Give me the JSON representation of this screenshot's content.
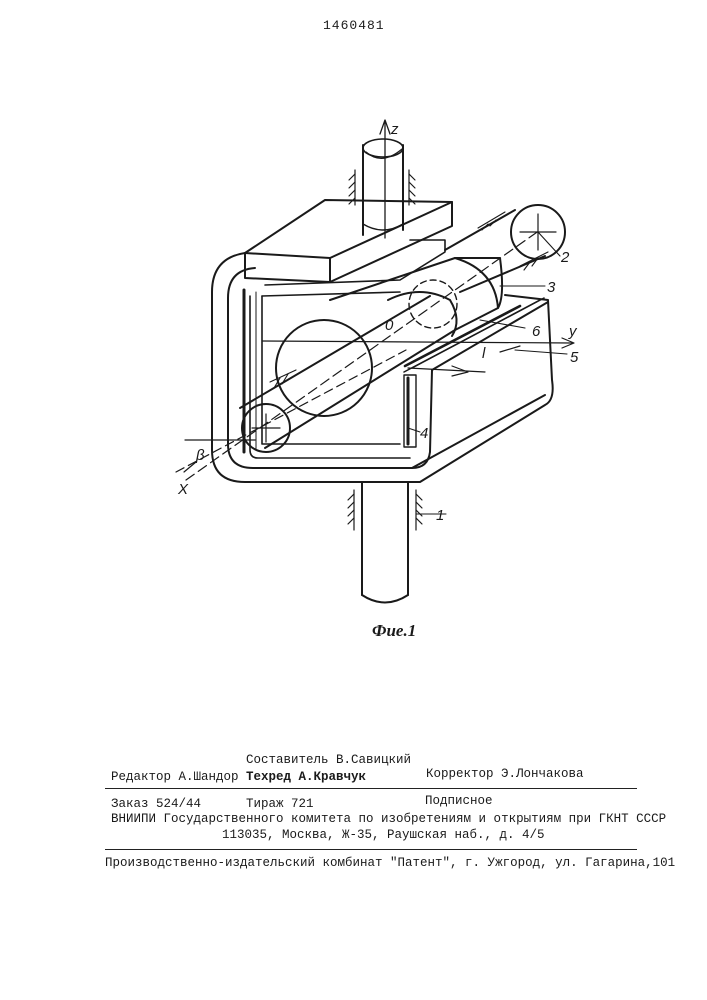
{
  "header": {
    "patent_number": "1460481"
  },
  "figure": {
    "caption": "Фие.1",
    "labels": {
      "z": "z",
      "y": "y",
      "x": "X",
      "beta": "β",
      "origin": "0",
      "l": "l",
      "p1": "1",
      "p2": "2",
      "p3": "3",
      "p4": "4",
      "p5": "5",
      "p6": "6"
    }
  },
  "footer": {
    "compiler": "Составитель В.Савицкий",
    "editor": "Редактор А.Шандор",
    "techred": "Техред А.Кравчук",
    "corrector": "Корректор Э.Лончакова",
    "order": "Заказ 524/44",
    "circulation": "Тираж 721",
    "subscription": "Подписное",
    "institute": "ВНИИПИ Государственного комитета по изобретениям и открытиям при ГКНТ СССР",
    "address": "113035, Москва, Ж-35, Раушская наб., д. 4/5",
    "publisher": "Производственно-издательский комбинат \"Патент\", г. Ужгород, ул. Гагарина,101"
  }
}
